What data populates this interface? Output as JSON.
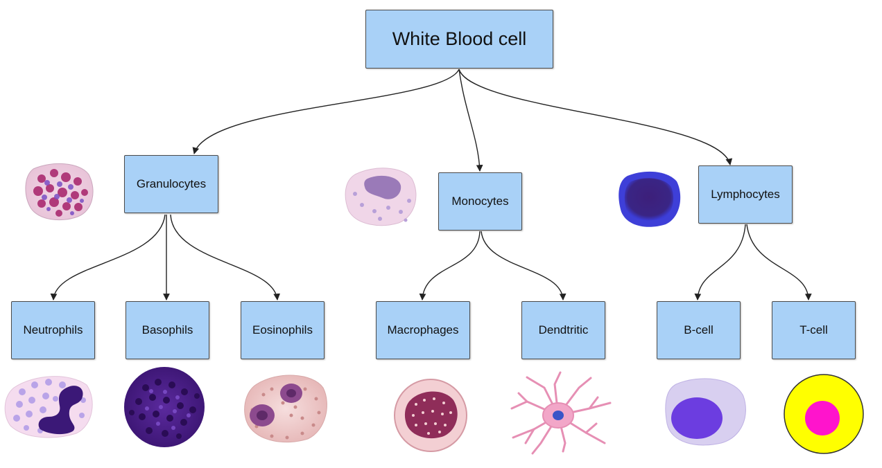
{
  "diagram": {
    "root": {
      "label": "White Blood cell"
    },
    "groups": [
      {
        "label": "Granulocytes",
        "children": [
          {
            "label": "Neutrophils"
          },
          {
            "label": "Basophils"
          },
          {
            "label": "Eosinophils"
          }
        ]
      },
      {
        "label": "Monocytes",
        "children": [
          {
            "label": "Macrophages"
          },
          {
            "label": "Dendtritic"
          }
        ]
      },
      {
        "label": "Lymphocytes",
        "children": [
          {
            "label": "B-cell"
          },
          {
            "label": "T-cell"
          }
        ]
      }
    ]
  },
  "colors": {
    "node_fill": "#a9d1f7",
    "node_border": "#4a4a4a",
    "arrow": "#222222"
  }
}
